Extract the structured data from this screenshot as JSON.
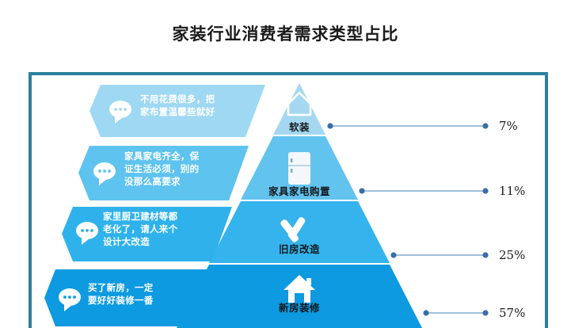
{
  "chart_data": {
    "type": "pie",
    "title": "家装行业消费者需求类型占比",
    "categories": [
      "软装",
      "家具家电购置",
      "旧房改造",
      "新房装修"
    ],
    "values": [
      7,
      11,
      25,
      57
    ],
    "value_labels": [
      "7%",
      "11%",
      "25%",
      "57%"
    ],
    "unit": "%",
    "xlabel": "",
    "ylabel": "",
    "legend": "none",
    "grid": false,
    "notes": "Funnel/pyramid chart: four tiers from apex (软装 7%) to base (新房装修 57%), each with a speech-bubble consumer-quote callout on the left and a leader line to the percentage on the right."
  },
  "title": "家装行业消费者需求类型占比",
  "colors": {
    "frame_border": "#2b80a0",
    "tier_1": "#a5d8f0",
    "tier_2": "#62c3ee",
    "tier_3": "#34b3ec",
    "tier_4": "#0d9ae0",
    "callout_1": "#9ed8f2",
    "callout_2": "#5ec3ee",
    "callout_3": "#2fb2ec",
    "callout_4": "#0d9ae0",
    "connector_line": "#95b4d4",
    "connector_dot": "#3a6ea8",
    "label_text": "#14181c",
    "pct_text": "#1c1c1c",
    "callout_text": "#ffffff"
  },
  "tiers": [
    {
      "id": "tier-1",
      "label": "软装",
      "icon": "lamp-icon",
      "percent": "7%",
      "quote": [
        "不用花费很多，把",
        "家布置温馨些就好"
      ]
    },
    {
      "id": "tier-2",
      "label": "家具家电购置",
      "icon": "refrigerator-icon",
      "percent": "11%",
      "quote": [
        "家具家电齐全，保",
        "证生活必须，别的",
        "没那么高要求"
      ]
    },
    {
      "id": "tier-3",
      "label": "旧房改造",
      "icon": "tools-icon",
      "percent": "25%",
      "quote": [
        "家里厨卫建材等都",
        "老化了，请人来个",
        "设计大改造"
      ]
    },
    {
      "id": "tier-4",
      "label": "新房装修",
      "icon": "house-icon",
      "percent": "57%",
      "quote": [
        "买了新房，一定",
        "要好好装修一番"
      ]
    }
  ]
}
